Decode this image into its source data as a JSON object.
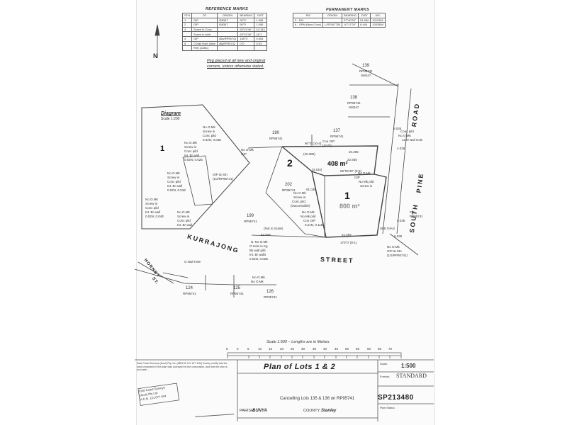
{
  "reference_marks": {
    "title": "REFERENCE MARKS",
    "headers": [
      "STN",
      "TO",
      "ORIGIN",
      "BEARING",
      "DIST"
    ],
    "rows": [
      [
        "1",
        "GIP",
        "IS8347",
        "90°0'",
        "1.006"
      ],
      [
        "2",
        "GIP",
        "IS8347",
        "90°0'",
        "1.006"
      ],
      [
        "3",
        "Screw in Conc",
        "",
        "92°42'40\"",
        "10.143"
      ],
      [
        "",
        "Screw in kerb",
        "",
        "92°42'40\"",
        "18.7"
      ],
      [
        "4",
        "GIP",
        "46a/RP95741",
        "180°0'",
        "0.604"
      ],
      [
        "5",
        "O Nail Hole (New",
        "46j/RP95741",
        "0°0'",
        "0.03"
      ],
      [
        "",
        "Ref) (14BC)",
        "",
        "",
        ""
      ]
    ]
  },
  "permanent_marks": {
    "title": "PERMANENT MARKS",
    "headers": [
      "PM",
      "ORIGIN",
      "BEARING",
      "DIST",
      "NO."
    ],
    "rows": [
      [
        "5 - PM",
        "",
        "97°40'20\"",
        "51.060",
        "1012301"
      ],
      [
        "6 - OPM (New Conc)",
        "L/SP167750",
        "10°17'25\"",
        "8.444",
        "1002884"
      ]
    ]
  },
  "peg_note": [
    "Peg placed at all new and original",
    "corners, unless otherwise stated."
  ],
  "north": "N",
  "diagram": {
    "title": "Diagram",
    "scale": "Scale 1:200",
    "lot": "1",
    "notes": [
      "No O.Mk",
      "Screw in",
      "Conc pild",
      "0.02N, 0.02E",
      "No O.Mk",
      "Screw in",
      "Conc pild",
      "Int. Br wall",
      "0.02N, 0.02E",
      "No O.Mk",
      "Screw in",
      "Conc pild",
      "Int. Br wall",
      "0.02N, 0.01E",
      "OIP at Stn",
      "(1G/RP95741)",
      "No O.Mk",
      "Screw in",
      "Conc pild",
      "Int. Br wall",
      "0.02N, 0.04E",
      "No O.Mk",
      "Screw in",
      "Conc pild",
      "Int. Br wall",
      "0.02N, 0.01E"
    ]
  },
  "lots": [
    {
      "number": "2",
      "area": "408 m²"
    },
    {
      "number": "1",
      "area": "800 m²"
    }
  ],
  "neighbour_lots": [
    {
      "num": "139",
      "plan": "RP95741",
      "sub": "IS8347"
    },
    {
      "num": "138",
      "plan": "RP95741",
      "sub": "IS8347"
    },
    {
      "num": "137",
      "plan": "RP95741",
      "sub": ""
    },
    {
      "num": "190",
      "plan": "RP95741",
      "sub": ""
    },
    {
      "num": "202",
      "plan": "RP95741",
      "sub": ""
    },
    {
      "num": "199",
      "plan": "RP95741",
      "sub": ""
    },
    {
      "num": "124",
      "plan": "RP95741",
      "sub": ""
    },
    {
      "num": "125",
      "plan": "RP95741",
      "sub": ""
    },
    {
      "num": "126",
      "plan": "RP95741",
      "sub": ""
    }
  ],
  "roads": {
    "kurrajong": "KURRAJONG",
    "street": "STREET",
    "south_pine": [
      "SOUTH",
      "PINE",
      "ROAD"
    ],
    "hornby": [
      "HORNBY",
      "ST."
    ]
  },
  "dims": [
    "90°0' (10-4)",
    "(40.386)",
    "20.286",
    "22.935",
    "91.038",
    "21.505",
    "(3.434)",
    "99°53'40\" (8-5)",
    "170°0' (8-1)",
    "(Not to Scale)",
    "52.935",
    "6.035",
    "6.035",
    "4.026",
    "8.035"
  ],
  "misc_notes": [
    "No O.Mk",
    "GIP",
    "Con OIP",
    "(1G/3)",
    "No O.Mk",
    "Screw in",
    "Conc pild",
    "(inaccessible)",
    "No O.Mk",
    "No Mk pild",
    "Con OIP",
    "0.21N, 0.11E",
    "No O.Mk",
    "GIP",
    "No Mk pild",
    "Screw in",
    "Conc pild",
    "No O.Mk",
    "12 O Nail Hole",
    "N. No O.Mk",
    "O Hole in Kg",
    "Bk wall pild",
    "Int. Br walls",
    "0.02N, 0.02E",
    "No O.Mk",
    "OIP at Stn",
    "(1G/RP95741)",
    "No O.Mk",
    "No O.Mk",
    "O.Nail Hole",
    "SEE DIAG",
    "PIN",
    "RP95741"
  ],
  "scale_bar": {
    "caption": "Scale 1:500 – Lengths are in Metres.",
    "ticks": [
      "5",
      "0",
      "5",
      "10",
      "15",
      "20",
      "25",
      "30",
      "35",
      "40",
      "45",
      "50",
      "55",
      "60",
      "65",
      "70"
    ]
  },
  "title_block": {
    "surveyor": "East Coast Surveys (Aust) Pty Ltd. (ABN 69 121 677 644) hereby certify that the land comprised in this plan was surveyed by the corporation, and that the plan is accurate...",
    "plan_title": "Plan of Lots 1 & 2",
    "cancelling": "Cancelling Lots 135 & 136 on RP95741",
    "parish_label": "PARISH:",
    "parish": "BUNYA",
    "county_label": "COUNTY:",
    "county": "Stanley",
    "scale_label": "Scale:",
    "scale": "1:500",
    "format_label": "Format:",
    "format": "STANDARD",
    "plan_number": "SP213480",
    "plan_status": "Plan Status:",
    "stamp": [
      "East Coast Surveys",
      "(Aust) Pty Ltd",
      "A.C.N. 121 677 644"
    ]
  }
}
